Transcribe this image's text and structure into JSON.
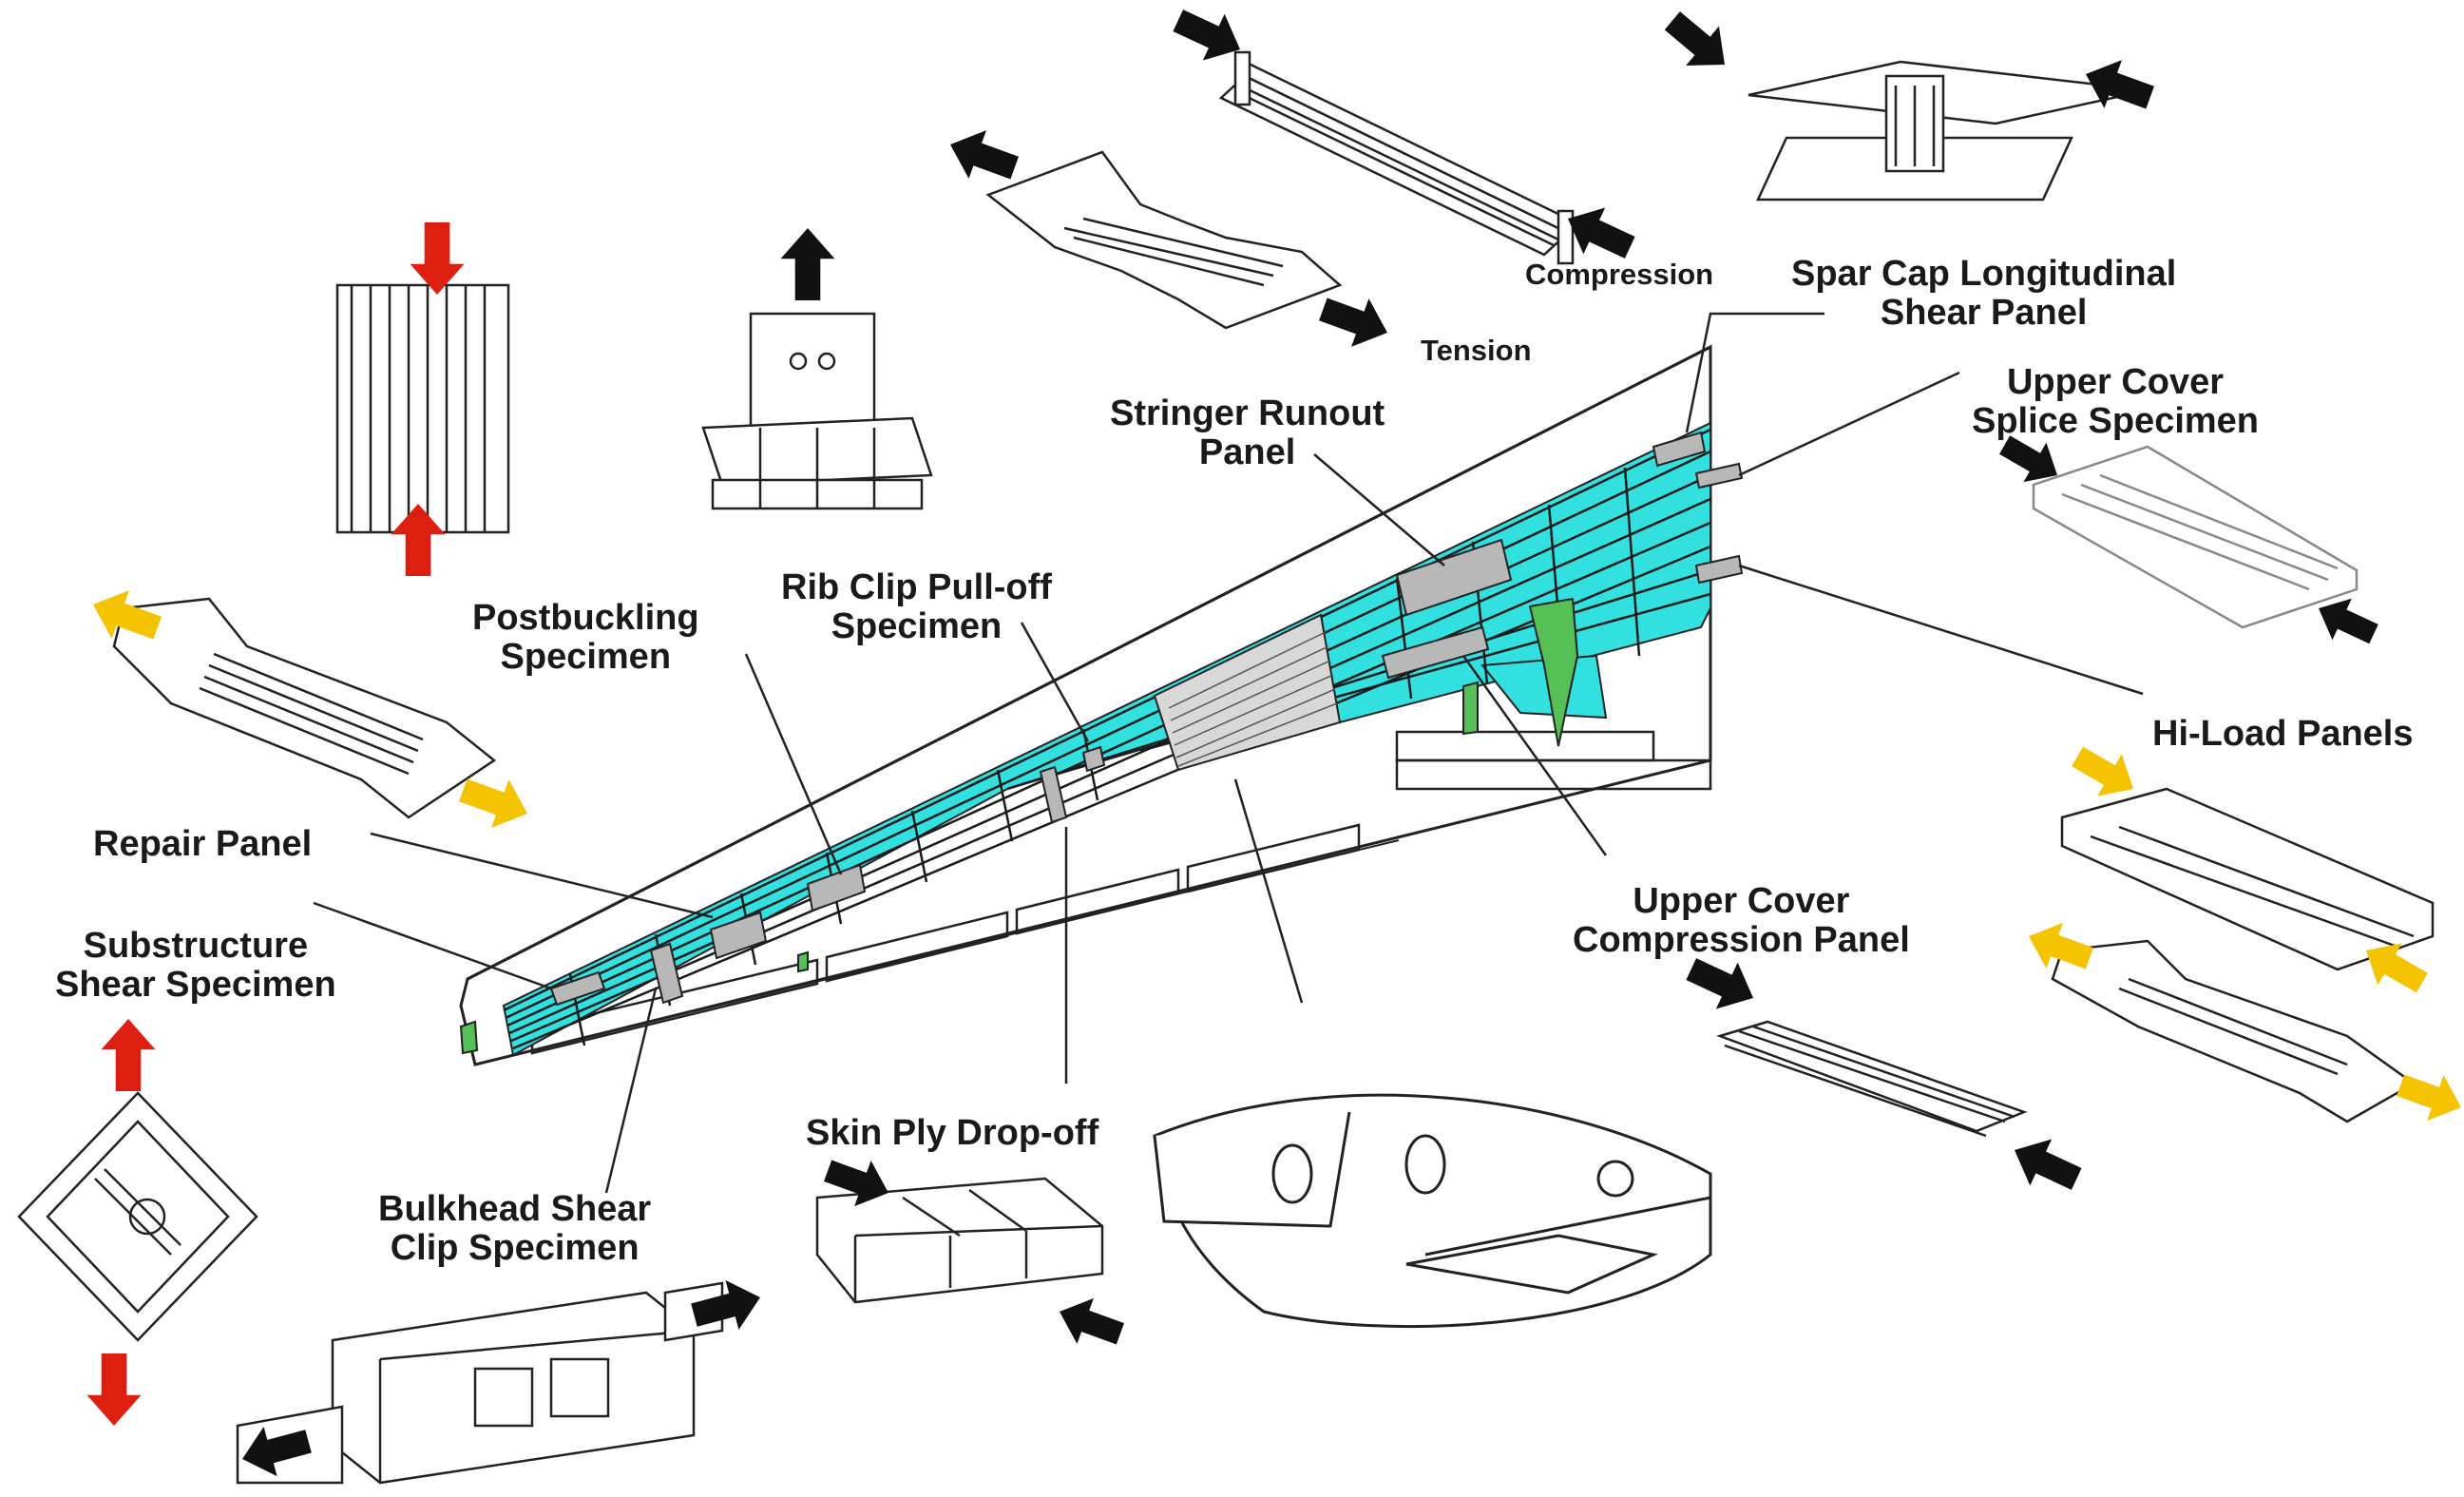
{
  "colors": {
    "skin": "#33e0e0",
    "stiffener": "#1a1a1a",
    "patch": "#b8b8b8",
    "spar_fitting": "#55c055",
    "arrow_black": "#111111",
    "arrow_red": "#dd1f12",
    "arrow_yellow": "#f4c400",
    "line": "#222222"
  },
  "labels": {
    "compression": "Compression",
    "tension": "Tension",
    "spar_cap": [
      "Spar Cap Longitudinal",
      "Shear Panel"
    ],
    "upper_cover_splice": [
      "Upper Cover",
      "Splice Specimen"
    ],
    "stringer_runout": [
      "Stringer Runout",
      "Panel"
    ],
    "rib_clip": [
      "Rib Clip Pull-off",
      "Specimen"
    ],
    "postbuckling": [
      "Postbuckling",
      "Specimen"
    ],
    "hi_load": "Hi-Load Panels",
    "repair": "Repair Panel",
    "substructure": [
      "Substructure",
      "Shear Specimen"
    ],
    "upper_cover_compression": [
      "Upper Cover",
      "Compression Panel"
    ],
    "skin_ply": "Skin Ply Drop-off",
    "bulkhead": [
      "Bulkhead Shear",
      "Clip Specimen"
    ]
  },
  "icons": {
    "load_arrows": "block-arrow-icon",
    "specimens": "test-specimen-icon"
  }
}
